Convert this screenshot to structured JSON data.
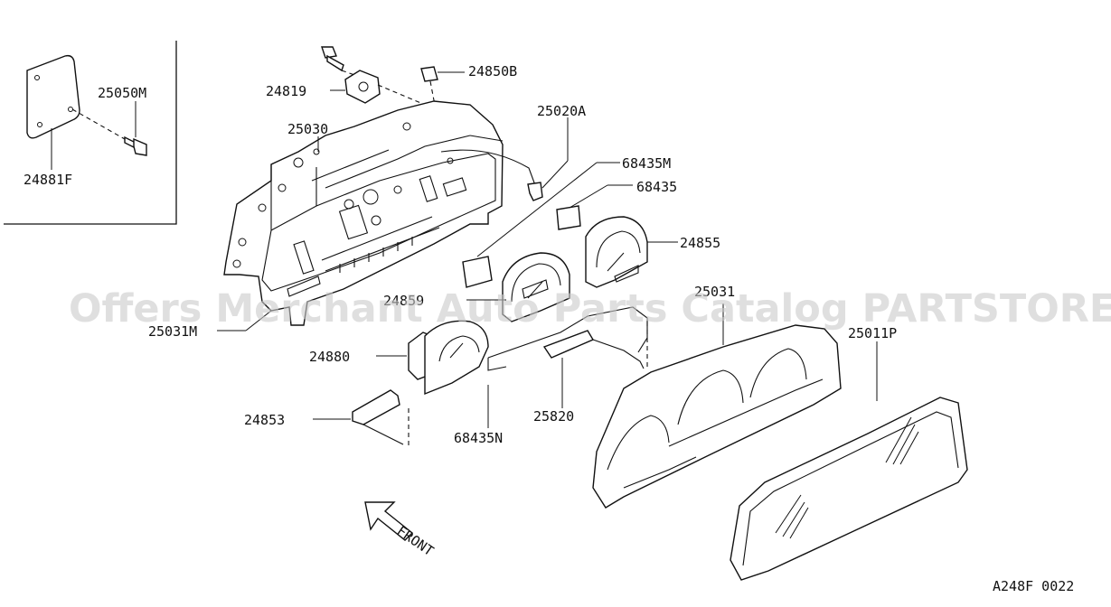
{
  "parts": [
    {
      "key": "p25050M",
      "label": "25050M"
    },
    {
      "key": "p24881F",
      "label": "24881F"
    },
    {
      "key": "p24819",
      "label": "24819"
    },
    {
      "key": "p24850B",
      "label": "24850B"
    },
    {
      "key": "p25030",
      "label": "25030"
    },
    {
      "key": "p25020A",
      "label": "25020A"
    },
    {
      "key": "p68435M",
      "label": "68435M"
    },
    {
      "key": "p68435",
      "label": "68435"
    },
    {
      "key": "p24855",
      "label": "24855"
    },
    {
      "key": "p24859",
      "label": "24859"
    },
    {
      "key": "p25031",
      "label": "25031"
    },
    {
      "key": "p25011P",
      "label": "25011P"
    },
    {
      "key": "p25031M",
      "label": "25031M"
    },
    {
      "key": "p24880",
      "label": "24880"
    },
    {
      "key": "p24853",
      "label": "24853"
    },
    {
      "key": "p25820",
      "label": "25820"
    },
    {
      "key": "p68435N",
      "label": "68435N"
    }
  ],
  "front_label": "FRONT",
  "watermark": "Offers Merchant Auto Parts Catalog PARTSTORE.SA",
  "diagram_code": "A248F 0022"
}
